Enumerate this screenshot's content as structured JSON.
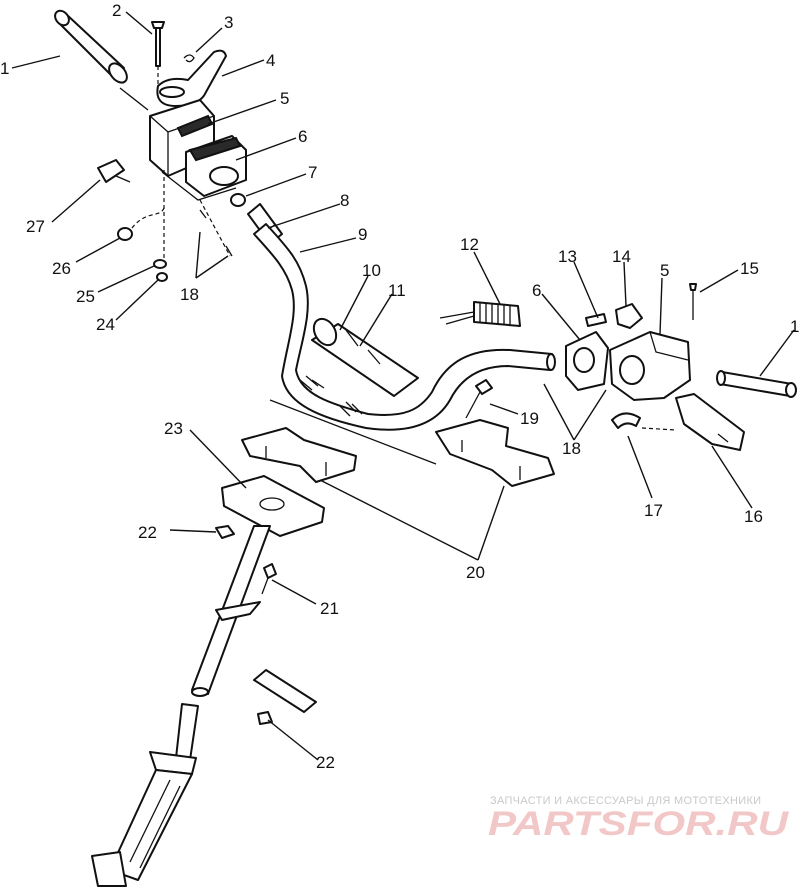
{
  "callouts": [
    {
      "id": "c1a",
      "text": "1"
    },
    {
      "id": "c2",
      "text": "2"
    },
    {
      "id": "c3",
      "text": "3"
    },
    {
      "id": "c4",
      "text": "4"
    },
    {
      "id": "c5a",
      "text": "5"
    },
    {
      "id": "c6a",
      "text": "6"
    },
    {
      "id": "c7",
      "text": "7"
    },
    {
      "id": "c8",
      "text": "8"
    },
    {
      "id": "c9",
      "text": "9"
    },
    {
      "id": "c10",
      "text": "10"
    },
    {
      "id": "c11",
      "text": "11"
    },
    {
      "id": "c12",
      "text": "12"
    },
    {
      "id": "c13",
      "text": "13"
    },
    {
      "id": "c14",
      "text": "14"
    },
    {
      "id": "c5b",
      "text": "5"
    },
    {
      "id": "c15",
      "text": "15"
    },
    {
      "id": "c1b",
      "text": "1"
    },
    {
      "id": "c6b",
      "text": "6"
    },
    {
      "id": "c19",
      "text": "19"
    },
    {
      "id": "c18b",
      "text": "18"
    },
    {
      "id": "c17",
      "text": "17"
    },
    {
      "id": "c16",
      "text": "16"
    },
    {
      "id": "c27",
      "text": "27"
    },
    {
      "id": "c26",
      "text": "26"
    },
    {
      "id": "c25",
      "text": "25"
    },
    {
      "id": "c24",
      "text": "24"
    },
    {
      "id": "c18a",
      "text": "18"
    },
    {
      "id": "c23",
      "text": "23"
    },
    {
      "id": "c22a",
      "text": "22"
    },
    {
      "id": "c20",
      "text": "20"
    },
    {
      "id": "c21",
      "text": "21"
    },
    {
      "id": "c22b",
      "text": "22"
    }
  ],
  "watermark": {
    "caption": "ЗАПЧАСТИ И АКСЕССУАРЫ ДЛЯ МОТОТЕХНИКИ",
    "logo": "PARTSFOR.RU",
    "logo_color": "#f2c7c7"
  },
  "colors": {
    "line": "#111111",
    "background": "#ffffff"
  }
}
